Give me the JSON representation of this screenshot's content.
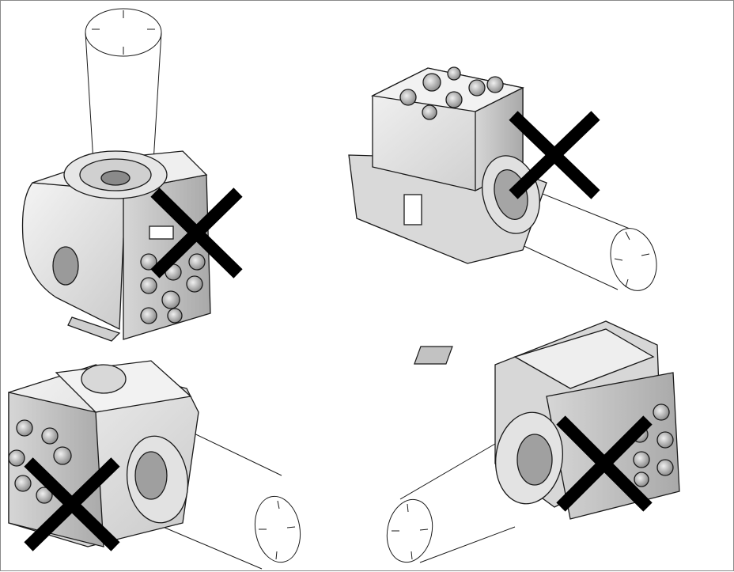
{
  "figure": {
    "panels": [
      {
        "id": "top-left",
        "orientation": "lens-up",
        "marked": "cross"
      },
      {
        "id": "top-right",
        "orientation": "lens-side-right",
        "marked": "cross"
      },
      {
        "id": "bottom-left",
        "orientation": "lens-side-right-tilted",
        "marked": "cross"
      },
      {
        "id": "bottom-right",
        "orientation": "lens-side-left",
        "marked": "cross"
      }
    ],
    "colors": {
      "line": "#1a1a1a",
      "body": "#e8e8e8",
      "shade": "#bdbdbd",
      "dark": "#3c3c3c",
      "cross": "#000000",
      "frame": "#8a8a8a"
    },
    "icons": [
      "camera-module",
      "lens-tube",
      "prohibited-cross"
    ]
  }
}
